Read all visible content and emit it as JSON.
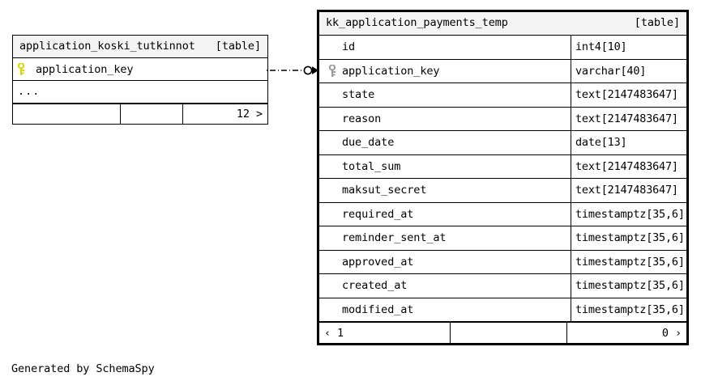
{
  "diagram": {
    "caption": "Generated by SchemaSpy",
    "kind_label": "[table]"
  },
  "left_table": {
    "name": "application_koski_tutkinnot",
    "kind": "[table]",
    "columns": [
      {
        "name": "application_key",
        "key": "primary-key-icon",
        "key_color": "#d8d800"
      }
    ],
    "ellipsis": "...",
    "footer": {
      "left": "",
      "middle": "",
      "right": "12 >"
    }
  },
  "right_table": {
    "name": "kk_application_payments_temp",
    "kind": "[table]",
    "columns": [
      {
        "name": "id",
        "type": "int4[10]",
        "key": null
      },
      {
        "name": "application_key",
        "type": "varchar[40]",
        "key": "primary-key-icon",
        "key_color": "#9a9a9a"
      },
      {
        "name": "state",
        "type": "text[2147483647]",
        "key": null
      },
      {
        "name": "reason",
        "type": "text[2147483647]",
        "key": null
      },
      {
        "name": "due_date",
        "type": "date[13]",
        "key": null
      },
      {
        "name": "total_sum",
        "type": "text[2147483647]",
        "key": null
      },
      {
        "name": "maksut_secret",
        "type": "text[2147483647]",
        "key": null
      },
      {
        "name": "required_at",
        "type": "timestamptz[35,6]",
        "key": null
      },
      {
        "name": "reminder_sent_at",
        "type": "timestamptz[35,6]",
        "key": null
      },
      {
        "name": "approved_at",
        "type": "timestamptz[35,6]",
        "key": null
      },
      {
        "name": "created_at",
        "type": "timestamptz[35,6]",
        "key": null
      },
      {
        "name": "modified_at",
        "type": "timestamptz[35,6]",
        "key": null
      }
    ],
    "footer": {
      "left": "‹ 1",
      "middle": "",
      "right": "0 ›"
    }
  },
  "relationship": {
    "style": "dash-dot",
    "source_endpoint": "circle",
    "target_endpoint": "arrow",
    "color": "#000000"
  }
}
